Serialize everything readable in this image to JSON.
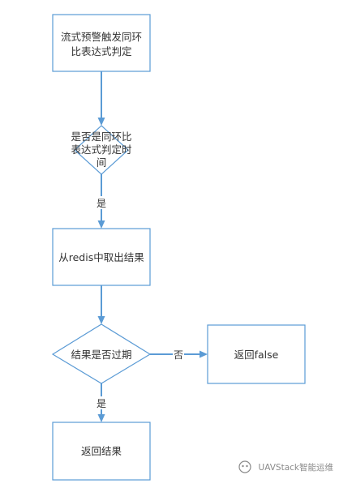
{
  "diagram": {
    "nodes": {
      "stream_alert": {
        "lines": [
          "流式预警触发同环",
          "比表达式判定"
        ]
      },
      "is_time_to_check": {
        "lines": [
          "是否是同环比",
          "表达式判定时",
          "间"
        ]
      },
      "fetch_from_redis": {
        "lines": [
          "从redis中取出结果"
        ]
      },
      "is_result_expired": {
        "lines": [
          "结果是否过期"
        ]
      },
      "return_false": {
        "lines": [
          "返回false"
        ]
      },
      "return_result": {
        "lines": [
          "返回结果"
        ]
      }
    },
    "edges": {
      "time_check_yes": "是",
      "expired_no": "否",
      "expired_yes": "是"
    }
  },
  "watermark": {
    "icon": "wechat-logo-icon",
    "text": "UAVStack智能运维"
  },
  "colors": {
    "shape_stroke": "#5B9BD5",
    "arrow": "#5B9BD5",
    "shape_fill": "#FFFFFF",
    "text": "#333333",
    "watermark_text": "#8A8A8A"
  }
}
